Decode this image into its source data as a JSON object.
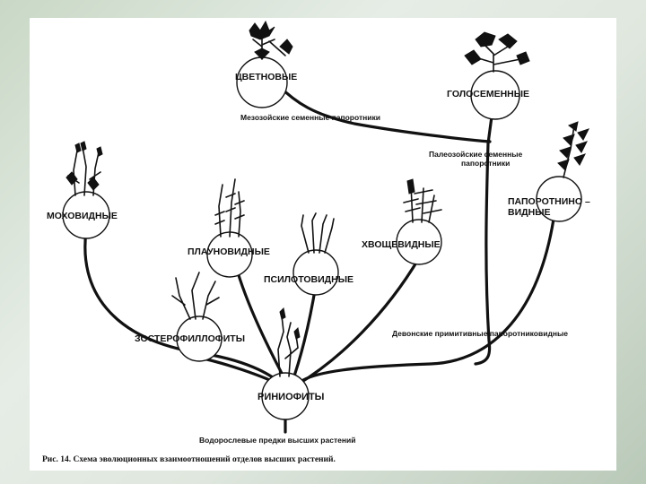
{
  "nodes": {
    "flowering": "ЦВЕТНОВЫЕ",
    "gymnosperms": "ГОЛОСЕМЕННЫЕ",
    "mosses": "МОХОВИДНЫЕ",
    "lycopods": "ПЛАУНОВИДНЫЕ",
    "psilotes": "ПСИЛОТОВИДНЫЕ",
    "horsetails": "ХВОЩЕВИДНЫЕ",
    "ferns_line1": "ПАПОРОТНИНО –",
    "ferns_line2": "ВИДНЫЕ",
    "zosterophylls": "ЗОСТЕРОФИЛЛОФИТЫ",
    "rhyniophytes": "РИНИОФИТЫ"
  },
  "annotations": {
    "mesozoic_seed_ferns": "Мезозойские семенные папоротники",
    "paleozoic_seed_ferns_line1": "Палеозойские семенные",
    "paleozoic_seed_ferns_line2": "папоротники",
    "devonian_primitive_ferns": "Девонские примитивные папоротниковидные",
    "algal_ancestors": "Водорослевые предки высших растений"
  },
  "caption": "Рис. 14. Схема эволюционных взаимоотношений отделов высших растений."
}
